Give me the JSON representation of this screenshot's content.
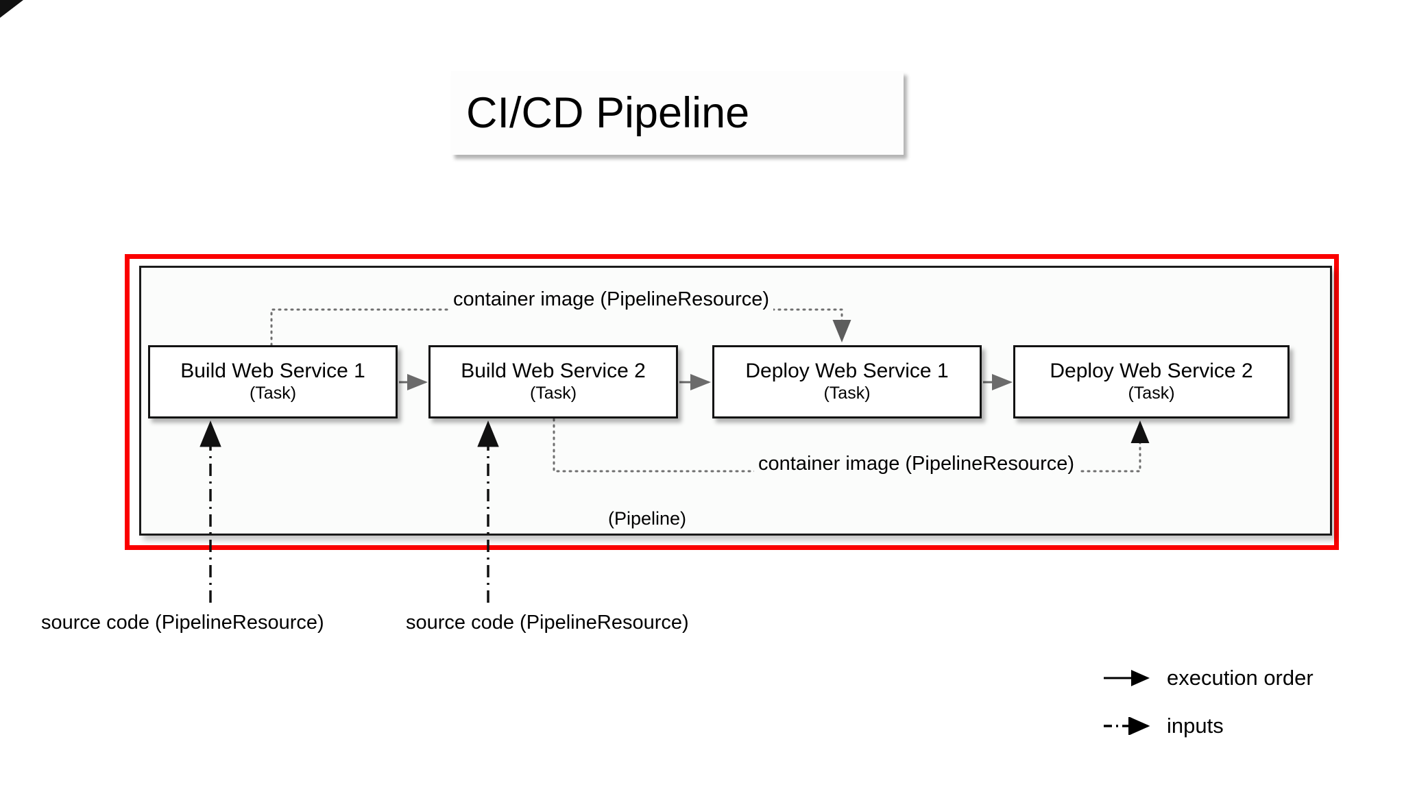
{
  "title": {
    "text": "CI/CD Pipeline"
  },
  "pipeline": {
    "label": "(Pipeline)",
    "highlight_color": "#fb0000",
    "tasks": [
      {
        "name": "Build Web Service 1",
        "kind": "(Task)"
      },
      {
        "name": "Build Web Service 2",
        "kind": "(Task)"
      },
      {
        "name": "Deploy Web Service 1",
        "kind": "(Task)"
      },
      {
        "name": "Deploy Web Service 2",
        "kind": "(Task)"
      }
    ]
  },
  "flows": {
    "container_image_top": "container image (PipelineResource)",
    "container_image_bottom": "container image (PipelineResource)"
  },
  "inputs": [
    {
      "label": "source code (PipelineResource)"
    },
    {
      "label": "source code (PipelineResource)"
    }
  ],
  "legend": {
    "items": [
      {
        "glyph": "solid-arrow-icon",
        "label": "execution order"
      },
      {
        "glyph": "dashdot-arrow-icon",
        "label": "inputs"
      }
    ]
  }
}
